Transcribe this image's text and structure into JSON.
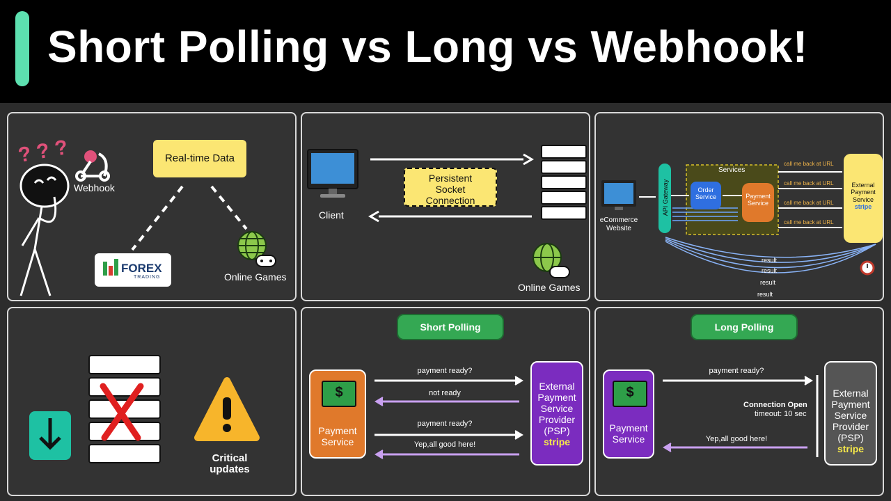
{
  "header": {
    "title": "Short Polling vs Long vs Webhook!",
    "accent_color": "#5de0b0"
  },
  "panel1": {
    "question_marks": "? ? ?",
    "webhook_label": "Webhook",
    "realtime_label": "Real-time Data",
    "forex_logo": "FOREX",
    "forex_sub": "TRADING",
    "games_label": "Online Games"
  },
  "panel2": {
    "connection_line1": "Persistent",
    "connection_line2": "Socket",
    "connection_line3": "Connection",
    "client_label": "Client",
    "games_label": "Online Games"
  },
  "panel3": {
    "website_line1": "eCommerce",
    "website_line2": "Website",
    "gateway_label": "API Gateway",
    "services_label": "Services",
    "order_line1": "Order",
    "order_line2": "Service",
    "payment_line1": "Payment",
    "payment_line2": "Service",
    "callback_labels": [
      "call me back at URL",
      "call me back at URL",
      "call me back at URL",
      "call me back at URL"
    ],
    "external_line1": "External",
    "external_line2": "Payment",
    "external_line3": "Service",
    "stripe": "stripe",
    "result_labels": [
      "result",
      "result",
      "result",
      "result"
    ]
  },
  "panel4": {
    "critical_line1": "Critical",
    "critical_line2": "updates"
  },
  "panel5": {
    "title": "Short Polling",
    "payment_line1": "Payment",
    "payment_line2": "Service",
    "msg1": "payment ready?",
    "msg2": "not ready",
    "msg3": "payment ready?",
    "msg4": "Yep,all good here!",
    "psp_line1": "External",
    "psp_line2": "Payment",
    "psp_line3": "Service",
    "psp_line4": "Provider",
    "psp_line5": "(PSP)",
    "stripe": "stripe"
  },
  "panel6": {
    "title": "Long Polling",
    "payment_line1": "Payment",
    "payment_line2": "Service",
    "msg1": "payment ready?",
    "connection_open": "Connection Open",
    "timeout": "timeout: 10 sec",
    "msg2": "Yep,all good here!",
    "psp_line1": "External",
    "psp_line2": "Payment",
    "psp_line3": "Service",
    "psp_line4": "Provider",
    "psp_line5": "(PSP)",
    "stripe": "stripe"
  }
}
